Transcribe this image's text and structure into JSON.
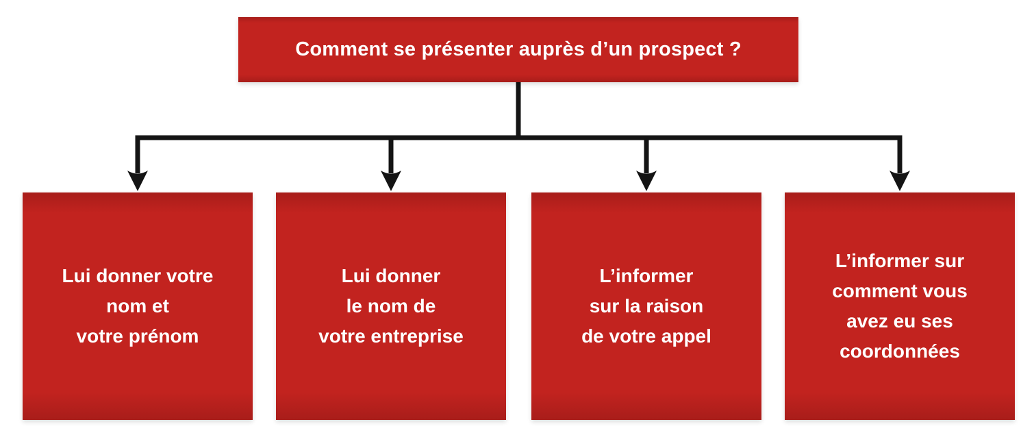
{
  "diagram": {
    "title": {
      "label": "Comment se présenter auprès d’un prospect ?"
    },
    "nodes": [
      {
        "label": "Lui donner votre\nnom et\nvotre prénom"
      },
      {
        "label": "Lui donner\nle nom de\nvotre entreprise"
      },
      {
        "label": "L’informer\nsur la raison\nde votre appel"
      },
      {
        "label": "L’informer sur\ncomment vous\navez eu ses\ncoordonnées"
      }
    ],
    "colors": {
      "box_red": "#c2231f",
      "box_red_dark": "#a81d1a",
      "text": "#ffffff",
      "connector": "#141414",
      "background": "#ffffff"
    }
  }
}
